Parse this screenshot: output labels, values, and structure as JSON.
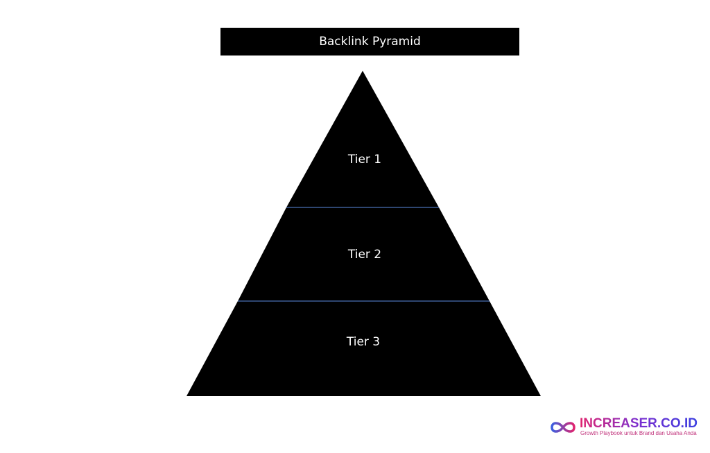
{
  "title": "Backlink Pyramid",
  "tiers": [
    {
      "label": "Tier 1"
    },
    {
      "label": "Tier 2"
    },
    {
      "label": "Tier 3"
    }
  ],
  "colors": {
    "fill": "#000000",
    "divider": "#4a6fb5",
    "text": "#ffffff"
  },
  "logo": {
    "name": "INCREASER.CO.ID",
    "tagline": "Growth Playbook untuk Brand dan Usaha Anda"
  }
}
